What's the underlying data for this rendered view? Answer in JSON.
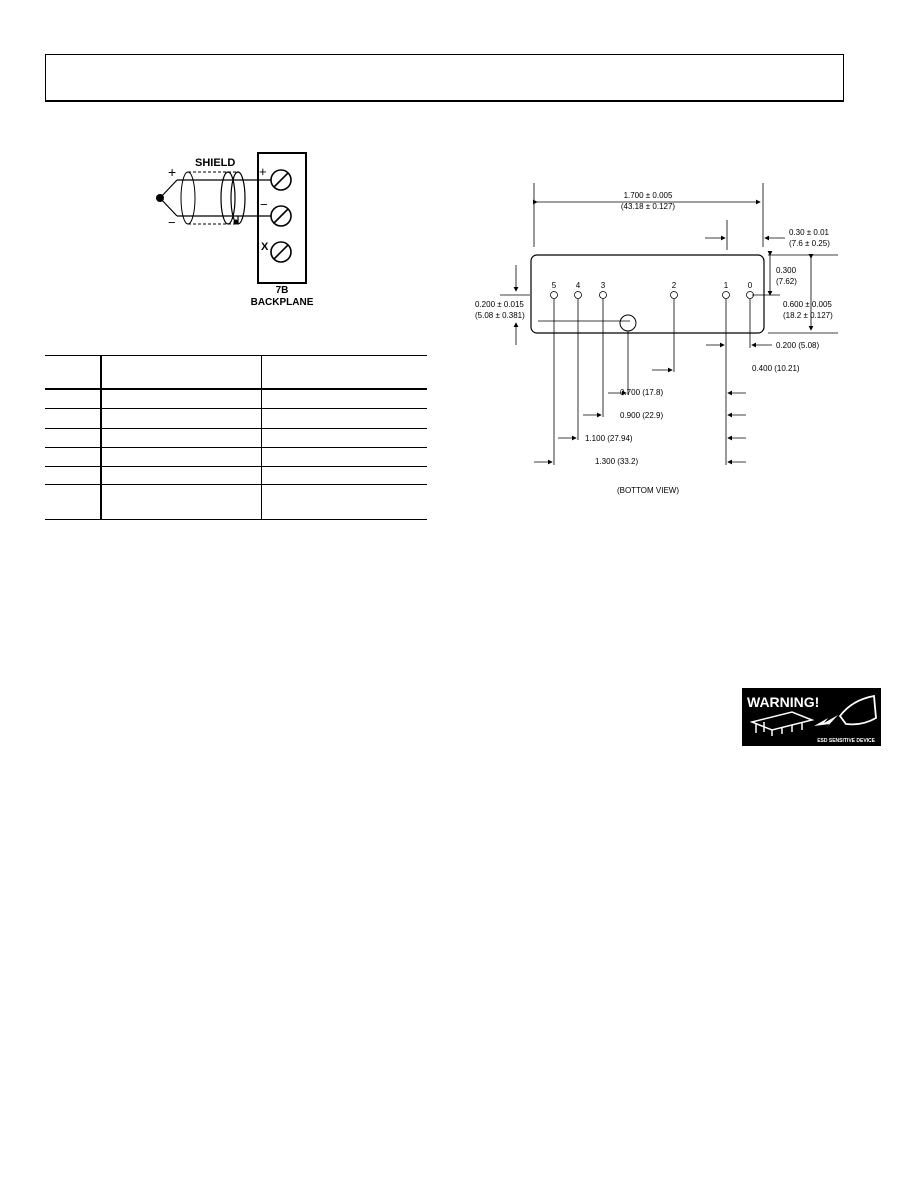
{
  "wiring": {
    "shield_label": "SHIELD",
    "plus_label": "+",
    "minus_label": "−",
    "terminal_plus": "+",
    "terminal_minus": "−",
    "terminal_x": "X",
    "backplane_line1": "7B",
    "backplane_line2": "BACKPLANE"
  },
  "drawing": {
    "overall_length": "1.700 ± 0.005",
    "overall_length_mm": "(43.18 ± 0.127)",
    "edge_offset": "0.30 ± 0.01",
    "edge_offset_mm": "(7.6 ± 0.25)",
    "pin_row_height": "0.300",
    "pin_row_height_mm": "(7.62)",
    "width": "0.600 ± 0.005",
    "width_mm": "(18.2 ± 0.127)",
    "left_offset": "0.200 ± 0.015",
    "left_offset_mm": "(5.08 ± 0.381)",
    "pin_labels": [
      "5",
      "4",
      "3",
      "2",
      "1",
      "0"
    ],
    "dim_0_200": "0.200 (5.08)",
    "dim_0_400": "0.400 (10.21)",
    "dim_0_700": "0.700 (17.8)",
    "dim_0_900": "0.900 (22.9)",
    "dim_1_100": "1.100 (27.94)",
    "dim_1_300": "1.300 (33.2)",
    "view_label": "(BOTTOM VIEW)"
  },
  "esd": {
    "title": "WARNING!",
    "caption": "ESD SENSITIVE DEVICE"
  }
}
